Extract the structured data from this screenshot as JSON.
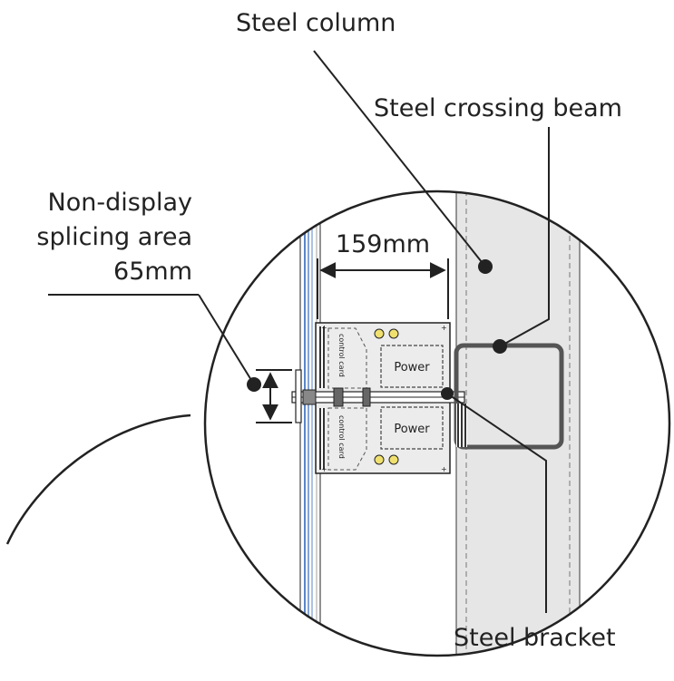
{
  "labels": {
    "steel_column": "Steel column",
    "steel_crossing_beam": "Steel crossing beam",
    "non_display_line1": "Non-display",
    "non_display_line2": "splicing area",
    "non_display_value": "65mm",
    "width_dimension": "159mm",
    "steel_bracket": "Steel bracket",
    "power": "Power",
    "control_card": "control card"
  },
  "colors": {
    "stroke": "#222222",
    "column_fill": "#e6e6e6",
    "panel_fill": "#ececec",
    "glass_blue": "#5b86c8",
    "beam_stroke": "#555555"
  }
}
